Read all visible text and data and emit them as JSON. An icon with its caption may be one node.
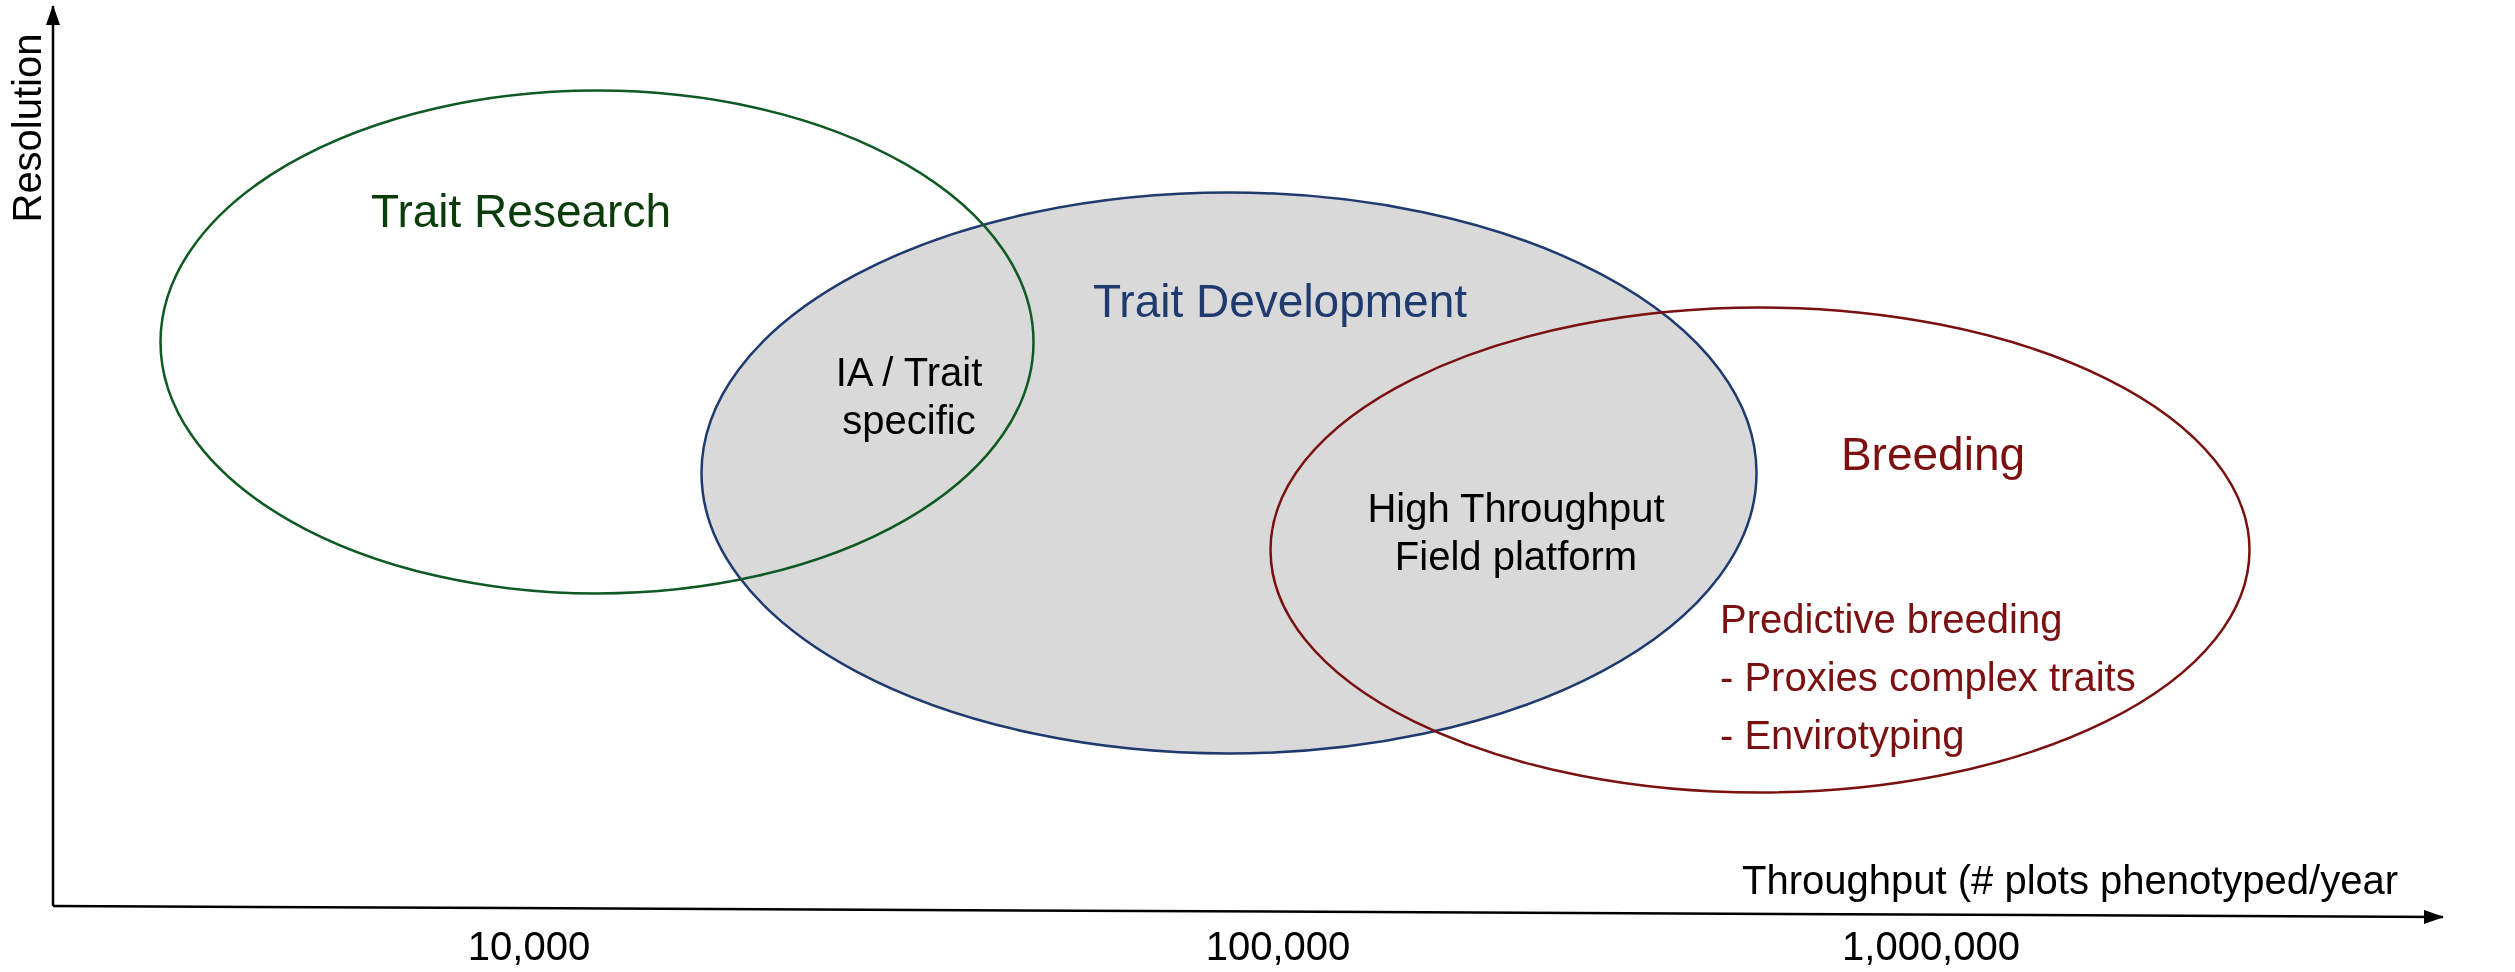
{
  "diagram": {
    "nodes": [
      {
        "text": [
          "Trait Research"
        ]
      },
      {
        "text": [
          "Trait Development"
        ]
      },
      {
        "text": [
          "Breeding",
          "Predictive breeding",
          "- Proxies complex traits",
          "- Envirotyping"
        ]
      }
    ],
    "edges": [],
    "labels": [
      "Resolution",
      "IA / Trait specific",
      "High Throughput Field platform",
      "Throughput (# plots phenotyped/year",
      "10,000",
      "100,000",
      "1,000,000"
    ]
  }
}
